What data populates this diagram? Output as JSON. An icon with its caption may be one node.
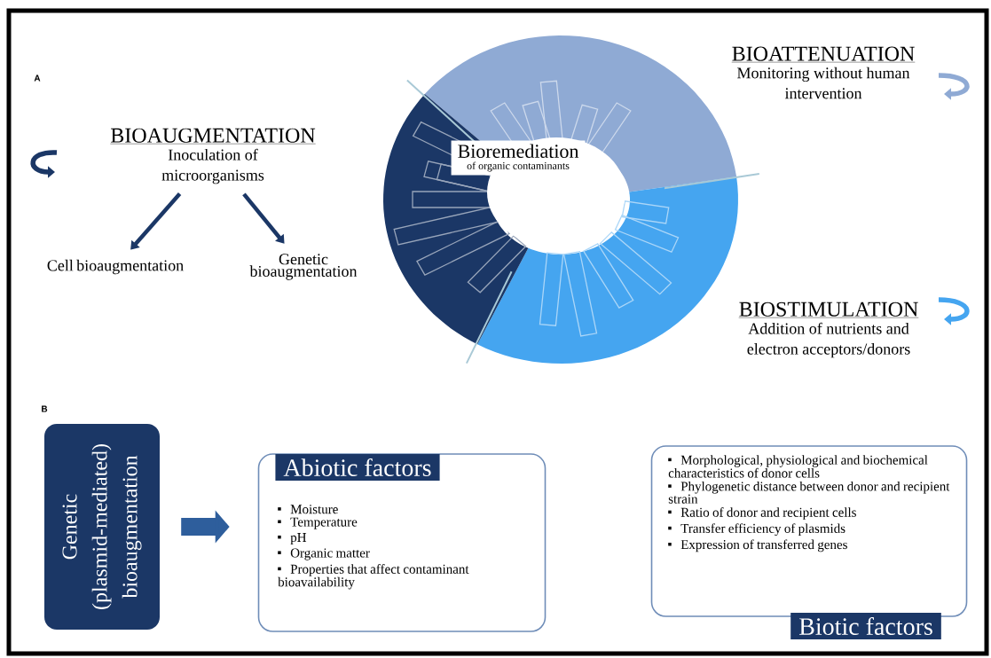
{
  "diagram": {
    "nodes": [
      {
        "text": [
          "BIOAUGMENTATION",
          "Inoculation of microorganisms"
        ]
      },
      {
        "text": [
          "Cell bioaugmentation"
        ]
      },
      {
        "text": [
          "Genetic bioaugmentation"
        ]
      },
      {
        "text": [
          "Bioremediation",
          "of organic contaminants"
        ]
      },
      {
        "text": [
          "BIOATTENUATION",
          "Monitoring without human intervention"
        ]
      },
      {
        "text": [
          "BIOSTIMULATION",
          "Addition of nutrients and electron acceptors/donors"
        ]
      },
      {
        "text": [
          "Genetic (plasmid-mediated) bioaugmentation"
        ]
      },
      {
        "text": [
          "Abiotic factors",
          "Moisture",
          "Temperature",
          "pH",
          "Organic matter",
          "Properties that affect contaminant bioavailability"
        ]
      },
      {
        "text": [
          "Morphological, physiological and biochemical characteristics of donor cells",
          "Phylogenetic distance between donor and recipient strain",
          "Ratio of donor and recipient cells",
          "Transfer efficiency of plasmids",
          "Expression of transferred genes",
          "Biotic factors"
        ]
      }
    ],
    "edges": [
      {
        "from": 0,
        "to": 1,
        "arrow": "to"
      },
      {
        "from": 0,
        "to": 2,
        "arrow": "to"
      },
      {
        "from": 6,
        "to": 7,
        "arrow": "to",
        "style": "thick",
        "color": "#2e5e9c"
      }
    ],
    "labels": [
      "A",
      "B"
    ]
  }
}
